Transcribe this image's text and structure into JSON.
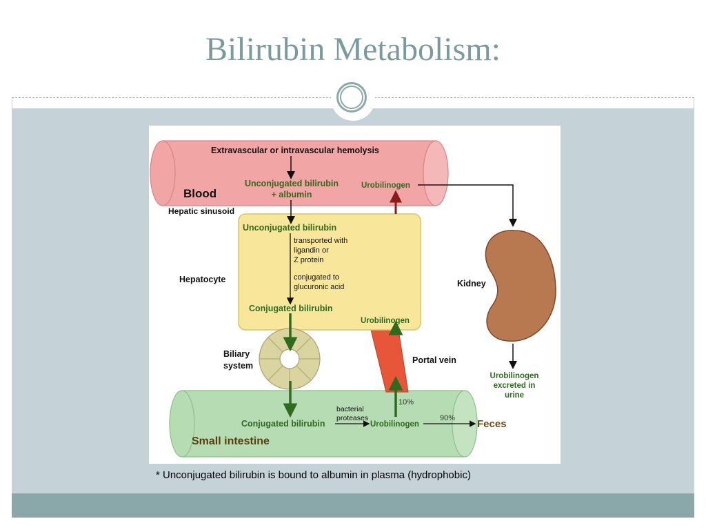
{
  "slide": {
    "title": "Bilirubin Metabolism:",
    "caption": "* Unconjugated bilirubin is bound to albumin in plasma (hydrophobic)"
  },
  "diagram": {
    "hemolysis": "Extravascular or intravascular hemolysis",
    "blood_label": "Blood",
    "unconj_albumin_line1": "Unconjugated bilirubin",
    "unconj_albumin_line2": "+ albumin",
    "urobilinogen_blood": "Urobilinogen",
    "hepatic_sinusoid": "Hepatic sinusoid",
    "hepatocyte_label": "Hepatocyte",
    "unconj_hepatocyte": "Unconjugated bilirubin",
    "transport_line1": "transported with",
    "transport_line2": "ligandin or",
    "transport_line3": "Z protein",
    "conj_note_line1": "conjugated to",
    "conj_note_line2": "glucuronic acid",
    "conj_hepatocyte": "Conjugated bilirubin",
    "urobilinogen_hepatocyte": "Urobilinogen",
    "kidney_label": "Kidney",
    "urine_line1": "Urobilinogen",
    "urine_line2": "excreted in",
    "urine_line3": "urine",
    "biliary_line1": "Biliary",
    "biliary_line2": "system",
    "portal_vein": "Portal vein",
    "ten_percent": "10%",
    "ninety_percent": "90%",
    "bacterial_line1": "bacterial",
    "bacterial_line2": "proteases",
    "conj_intestine": "Conjugated bilirubin",
    "urobilinogen_intestine": "Urobilinogen",
    "feces": "Feces",
    "small_intestine": "Small intestine"
  },
  "colors": {
    "title": "#7a9a9e",
    "content_background": "#c5d2d8",
    "footer_band": "#8aa8aa",
    "blood_vessel": "#f2a5a5",
    "hepatocyte": "#f8e79a",
    "intestine": "#b5dcb2",
    "kidney": "#b87850",
    "portal_vein": "#e8563a",
    "biliary": "#d9d4a0",
    "green_text": "#2e6b1f",
    "dark_red_arrow": "#8b1a1a"
  }
}
